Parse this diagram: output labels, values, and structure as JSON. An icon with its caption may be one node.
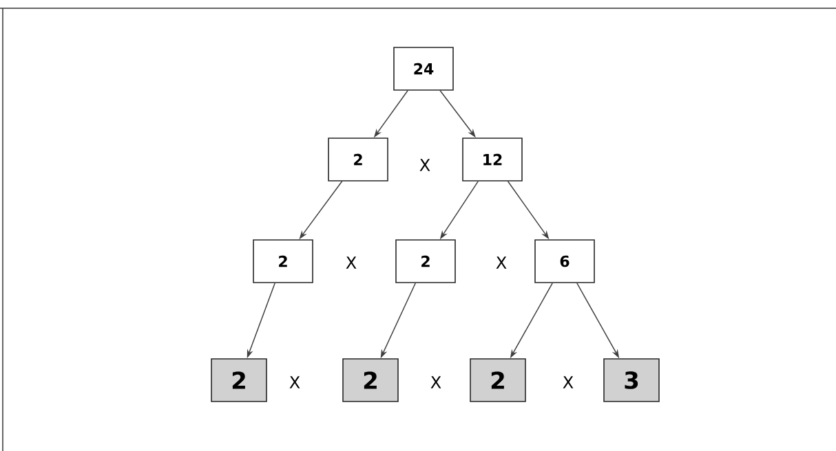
{
  "diagram": {
    "nodes": [
      {
        "text": [
          "24"
        ]
      },
      {
        "text": [
          "2"
        ]
      },
      {
        "text": [
          "12"
        ]
      },
      {
        "text": [
          "2"
        ]
      },
      {
        "text": [
          "2"
        ]
      },
      {
        "text": [
          "6"
        ]
      },
      {
        "text": [
          "2"
        ]
      },
      {
        "text": [
          "2"
        ]
      },
      {
        "text": [
          "2"
        ]
      },
      {
        "text": [
          "3"
        ]
      }
    ],
    "edges": [
      {
        "from": 0,
        "to": 1,
        "arrow": "to"
      },
      {
        "from": 0,
        "to": 2,
        "arrow": "to"
      },
      {
        "from": 1,
        "to": 3,
        "arrow": "to"
      },
      {
        "from": 2,
        "to": 4,
        "arrow": "to"
      },
      {
        "from": 2,
        "to": 5,
        "arrow": "to"
      },
      {
        "from": 3,
        "to": 6,
        "arrow": "to"
      },
      {
        "from": 4,
        "to": 7,
        "arrow": "to"
      },
      {
        "from": 5,
        "to": 8,
        "arrow": "to"
      },
      {
        "from": 5,
        "to": 9,
        "arrow": "to"
      }
    ],
    "labels": [
      "X",
      "X",
      "X",
      "X",
      "X",
      "X"
    ]
  }
}
